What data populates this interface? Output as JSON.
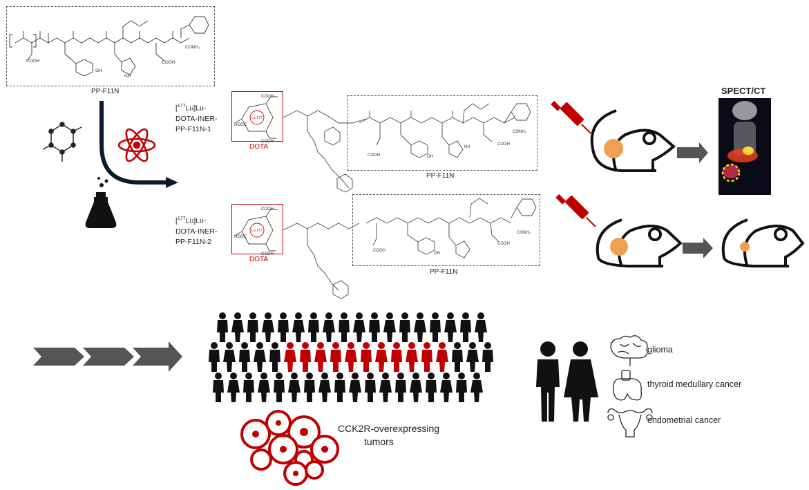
{
  "peptide": {
    "label": "PP-F11N"
  },
  "compound1": {
    "label_line1": "[177]Lu]Lu-",
    "label_sup": "177",
    "line1_pre": "[",
    "line1_post": "Lu]Lu-",
    "label_line2": "DOTA-INER-",
    "label_line3": "PP-F11N-1",
    "dota_label": "DOTA",
    "peptide_label": "PP-F11N"
  },
  "compound2": {
    "line1_pre": "[",
    "label_sup": "177",
    "line1_post": "Lu]Lu-",
    "label_line2": "DOTA-INER-",
    "label_line3": "PP-F11N-2",
    "dota_label": "DOTA",
    "peptide_label": "PP-F11N"
  },
  "imaging": {
    "title": "SPECT/CT"
  },
  "tumors": {
    "label_line1": "CCK2R-overexpressing",
    "label_line2": "tumors"
  },
  "diseases": [
    {
      "label": "glioma",
      "icon": "brain-icon"
    },
    {
      "label": "thyroid medullary cancer",
      "icon": "thyroid-icon"
    },
    {
      "label": "endometrial cancer",
      "icon": "uterus-icon"
    }
  ],
  "structure_text": {
    "cooh": "COOH",
    "conh2": "CONH2",
    "nh": "NH",
    "n": "N",
    "oh": "OH",
    "o": "O",
    "hooc": "HOOC",
    "lu": "Lu-177"
  },
  "colors": {
    "accent_red": "#c00000",
    "arrow_gray": "#555555",
    "dark": "#111111",
    "tumor_orange": "#f0a050"
  }
}
